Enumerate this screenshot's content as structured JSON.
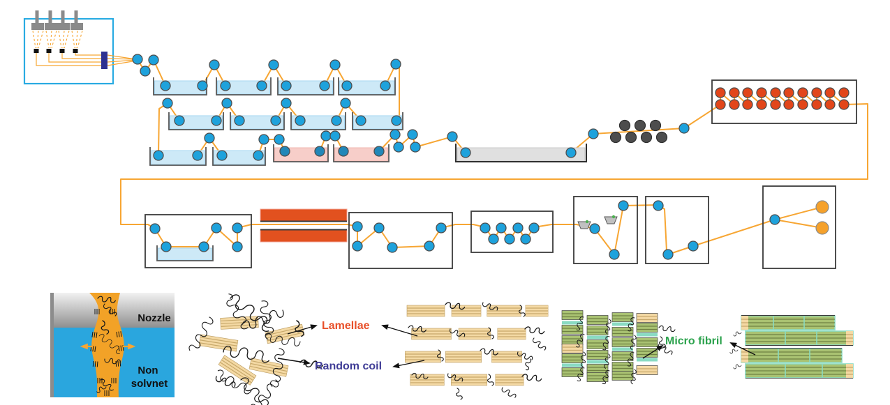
{
  "diagram": {
    "type": "fiber-spinning-process-diagram",
    "labels": {
      "nozzle": "Nozzle",
      "non_solvent_line1": "Non",
      "non_solvent_line2": "solvnet",
      "lamellae": "Lamellae",
      "random_coil": "Random coil",
      "micro_fibril": "Micro fibril"
    },
    "colors": {
      "thread_orange": "#F7A633",
      "roller_blue": "#1EA2DC",
      "roller_teal": "#2187B8",
      "hot_roller_red": "#E2461A",
      "roller_dark_gray": "#4D4D4D",
      "bobbin_orange": "#F5A12B",
      "bath_water_blue": "#CDE9F7",
      "bath_water_pink": "#F7CEC9",
      "bath_water_gray": "#E0E0E0",
      "heater_red": "#E2511F",
      "spinneret_box_outline": "#29ABE2",
      "spinneret_gray": "#8A8A8A",
      "guide_plate_navy": "#2E3192",
      "nonsolvent_blue": "#2AA6DE",
      "lamella_tan": "#F4D9A4",
      "fibril_green": "#A9C272",
      "fibril_teal": "#8ADBC3",
      "label_lamellae": "#E8502A",
      "label_random_coil": "#3F3C96",
      "label_micro_fibril": "#2BA24C"
    }
  }
}
